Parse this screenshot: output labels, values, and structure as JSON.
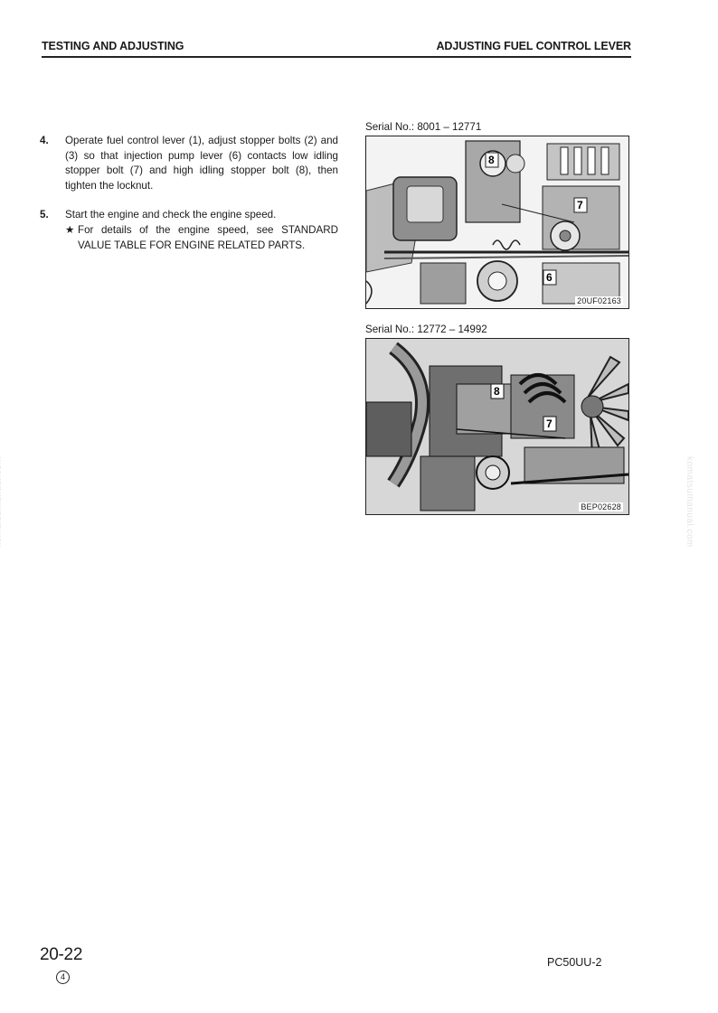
{
  "header": {
    "section": "TESTING AND ADJUSTING",
    "title": "ADJUSTING FUEL CONTROL LEVER"
  },
  "steps": [
    {
      "number": "4.",
      "text": "Operate fuel control lever (1), adjust stopper bolts (2) and (3) so that injection pump lever (6) contacts low idling stopper bolt (7) and high idling stopper bolt (8), then tighten the locknut."
    },
    {
      "number": "5.",
      "text": "Start the engine and check the engine speed.",
      "note_symbol": "★",
      "note": "For details of the engine speed, see STANDARD VALUE TABLE FOR ENGINE RELATED PARTS."
    }
  ],
  "figures": [
    {
      "caption": "Serial No.: 8001 – 12771",
      "code": "20UF02163",
      "callouts": [
        "8",
        "7",
        "6"
      ]
    },
    {
      "caption": "Serial No.: 12772 – 14992",
      "code": "BEP02628",
      "callouts": [
        "8",
        "7"
      ]
    }
  ],
  "watermark": "komatsumanual.com",
  "footer": {
    "page": "20-22",
    "revision": "4",
    "model": "PC50UU-2"
  }
}
